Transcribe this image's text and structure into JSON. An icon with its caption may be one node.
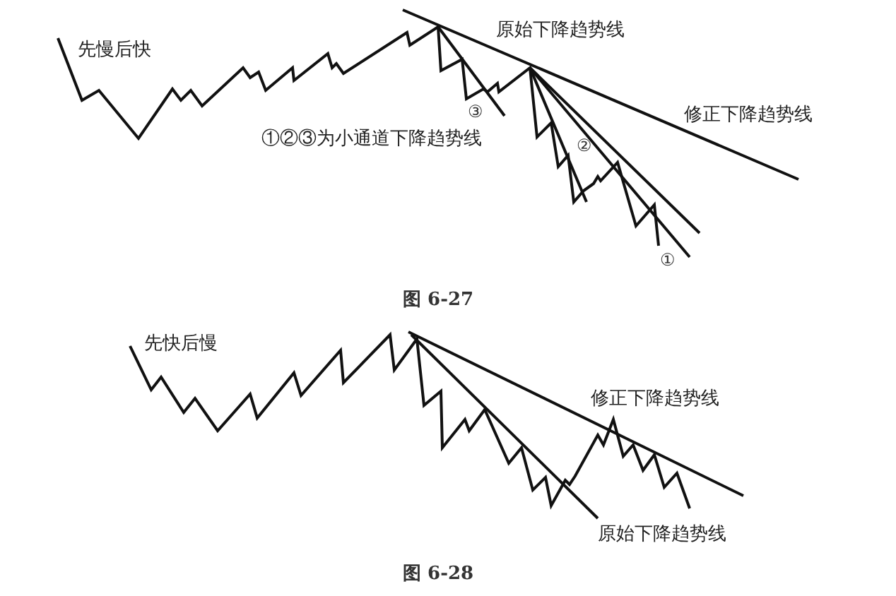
{
  "diagram": {
    "labels": [
      "先慢后快",
      "原始下降趋势线",
      "③",
      "修正下降趋势线",
      "①②③为小通道下降趋势线",
      "②",
      "①",
      "图 6-27",
      "先快后慢",
      "修正下降趋势线",
      "原始下降趋势线",
      "图 6-28"
    ]
  }
}
